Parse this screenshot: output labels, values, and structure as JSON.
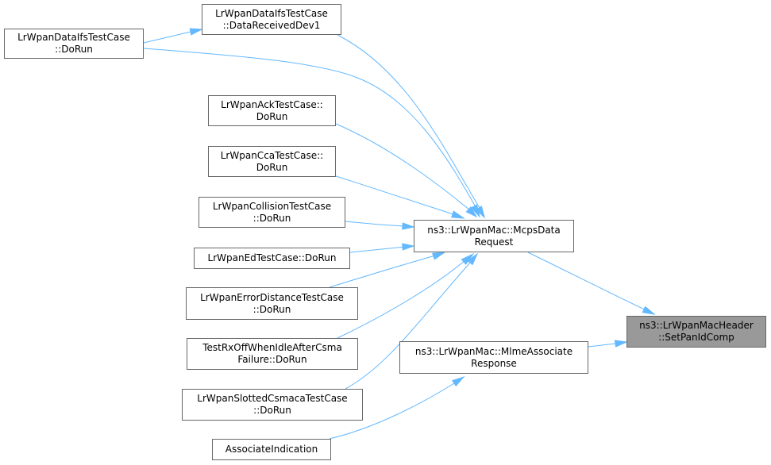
{
  "nodes": {
    "dataifs_dorun": [
      "LrWpanDataIfsTestCase",
      "::DoRun"
    ],
    "dataifs_received": [
      "LrWpanDataIfsTestCase",
      "::DataReceivedDev1"
    ],
    "ack_dorun": [
      "LrWpanAckTestCase::",
      "DoRun"
    ],
    "cca_dorun": [
      "LrWpanCcaTestCase::",
      "DoRun"
    ],
    "collision_dorun": [
      "LrWpanCollisionTestCase",
      "::DoRun"
    ],
    "ed_dorun": [
      "LrWpanEdTestCase::DoRun"
    ],
    "errordist_dorun": [
      "LrWpanErrorDistanceTestCase",
      "::DoRun"
    ],
    "rxoff_dorun": [
      "TestRxOffWhenIdleAfterCsma",
      "Failure::DoRun"
    ],
    "slotted_dorun": [
      "LrWpanSlottedCsmacaTestCase",
      "::DoRun"
    ],
    "associate_indication": [
      "AssociateIndication"
    ],
    "mcps_data_request": [
      "ns3::LrWpanMac::McpsData",
      "Request"
    ],
    "mlme_associate_response": [
      "ns3::LrWpanMac::MlmeAssociate",
      "Response"
    ],
    "set_pan_id_comp": [
      "ns3::LrWpanMacHeader",
      "::SetPanIdComp"
    ]
  },
  "colors": {
    "edge": "#63b8ff",
    "node_border": "#666666",
    "focus_fill": "#999999"
  }
}
